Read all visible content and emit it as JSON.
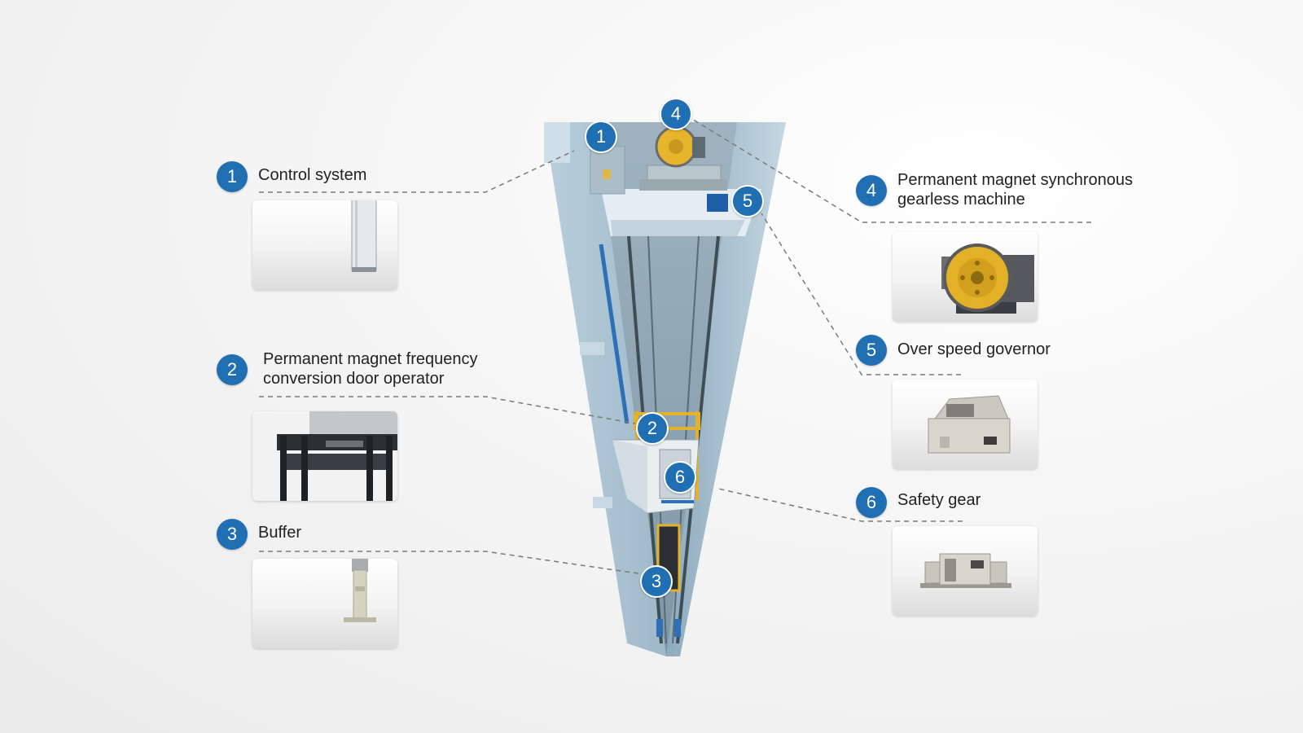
{
  "accent_color": "#1f6fb2",
  "components": [
    {
      "number": "1",
      "label_line1": "Control system",
      "label_line2": "",
      "thumbnail_icon": "control-cabinet-icon"
    },
    {
      "number": "2",
      "label_line1": "Permanent magnet frequency",
      "label_line2": "conversion door operator",
      "thumbnail_icon": "door-operator-icon"
    },
    {
      "number": "3",
      "label_line1": "Buffer",
      "label_line2": "",
      "thumbnail_icon": "buffer-icon"
    },
    {
      "number": "4",
      "label_line1": "Permanent magnet synchronous",
      "label_line2": "gearless machine",
      "thumbnail_icon": "traction-machine-icon"
    },
    {
      "number": "5",
      "label_line1": "Over speed governor",
      "label_line2": "",
      "thumbnail_icon": "speed-governor-icon"
    },
    {
      "number": "6",
      "label_line1": "Safety gear",
      "label_line2": "",
      "thumbnail_icon": "safety-gear-icon"
    }
  ]
}
